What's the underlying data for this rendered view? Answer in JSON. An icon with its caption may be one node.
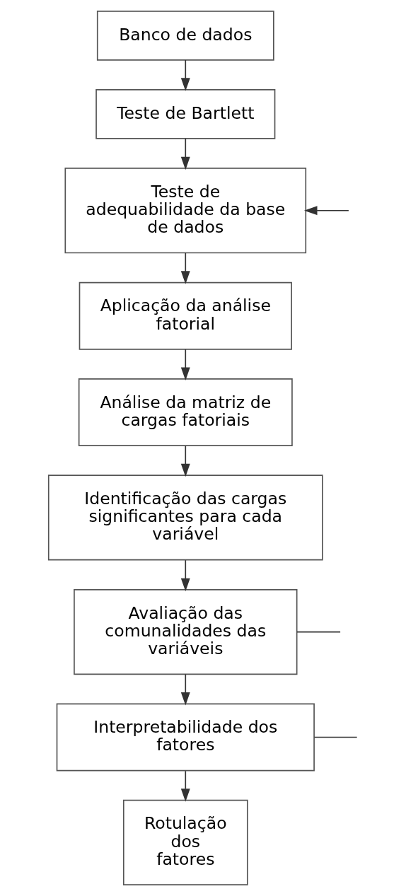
{
  "diagram": {
    "nodes": [
      {
        "text": [
          "Banco de dados"
        ]
      },
      {
        "text": [
          "Teste de Bartlett"
        ]
      },
      {
        "text": [
          "Teste de adequabilidade da base de dados"
        ]
      },
      {
        "text": [
          "Aplicação da análise fatorial"
        ]
      },
      {
        "text": [
          "Análise da matriz de cargas fatoriais"
        ]
      },
      {
        "text": [
          "Identificação das cargas significantes para cada variável"
        ]
      },
      {
        "text": [
          "Avaliação das comunalidades das variáveis"
        ]
      },
      {
        "text": [
          "Interpretabilidade dos fatores"
        ]
      },
      {
        "text": [
          "Rotulação dos fatores"
        ]
      }
    ],
    "edges": [
      {
        "from": 0,
        "to": 1,
        "arrow": "to"
      },
      {
        "from": 1,
        "to": 2,
        "arrow": "to"
      },
      {
        "from": null,
        "to": 2,
        "arrow": "to"
      },
      {
        "from": 2,
        "to": 3,
        "arrow": "to"
      },
      {
        "from": 3,
        "to": 4,
        "arrow": "to"
      },
      {
        "from": 4,
        "to": 5,
        "arrow": "to"
      },
      {
        "from": 5,
        "to": 6,
        "arrow": "to"
      },
      {
        "from": 6,
        "to": null,
        "arrow": "none"
      },
      {
        "from": 6,
        "to": 7,
        "arrow": "to"
      },
      {
        "from": 7,
        "to": null,
        "arrow": "none"
      },
      {
        "from": 7,
        "to": 8,
        "arrow": "to"
      }
    ]
  }
}
